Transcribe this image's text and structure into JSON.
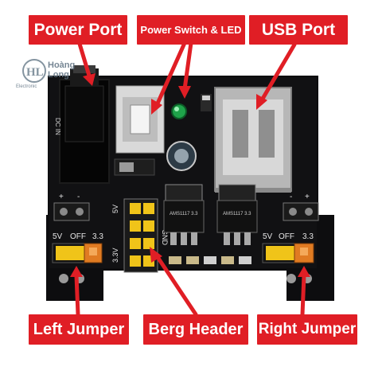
{
  "callouts": {
    "power_port": "Power Port",
    "power_switch_led": "Power Switch & LED",
    "usb_port": "USB Port",
    "left_jumper": "Left Jumper",
    "berg_header": "Berg Header",
    "right_jumper": "Right Jumper"
  },
  "board_labels": {
    "dc_in": "DC IN",
    "plus_left": "+",
    "minus_left": "-",
    "minus_right": "-",
    "plus_right": "+",
    "v5_left": "5V",
    "off_left": "OFF",
    "v33_left": "3.3",
    "v5_header": "5V",
    "v33_header": "3.3V",
    "gnd": "GND",
    "v5_right": "5V",
    "off_right": "OFF",
    "v33_right": "3.3",
    "regulator_1": "AMS1117 3.3",
    "regulator_2": "AMS1117 3.3"
  },
  "watermark": {
    "brand": "Hoàng Long",
    "sub": "Electronic"
  },
  "colors": {
    "callout_bg": "#e01e25",
    "board": "#0d0d0f",
    "jumper_yellow": "#f0c419",
    "led_green": "#1fa34a"
  }
}
